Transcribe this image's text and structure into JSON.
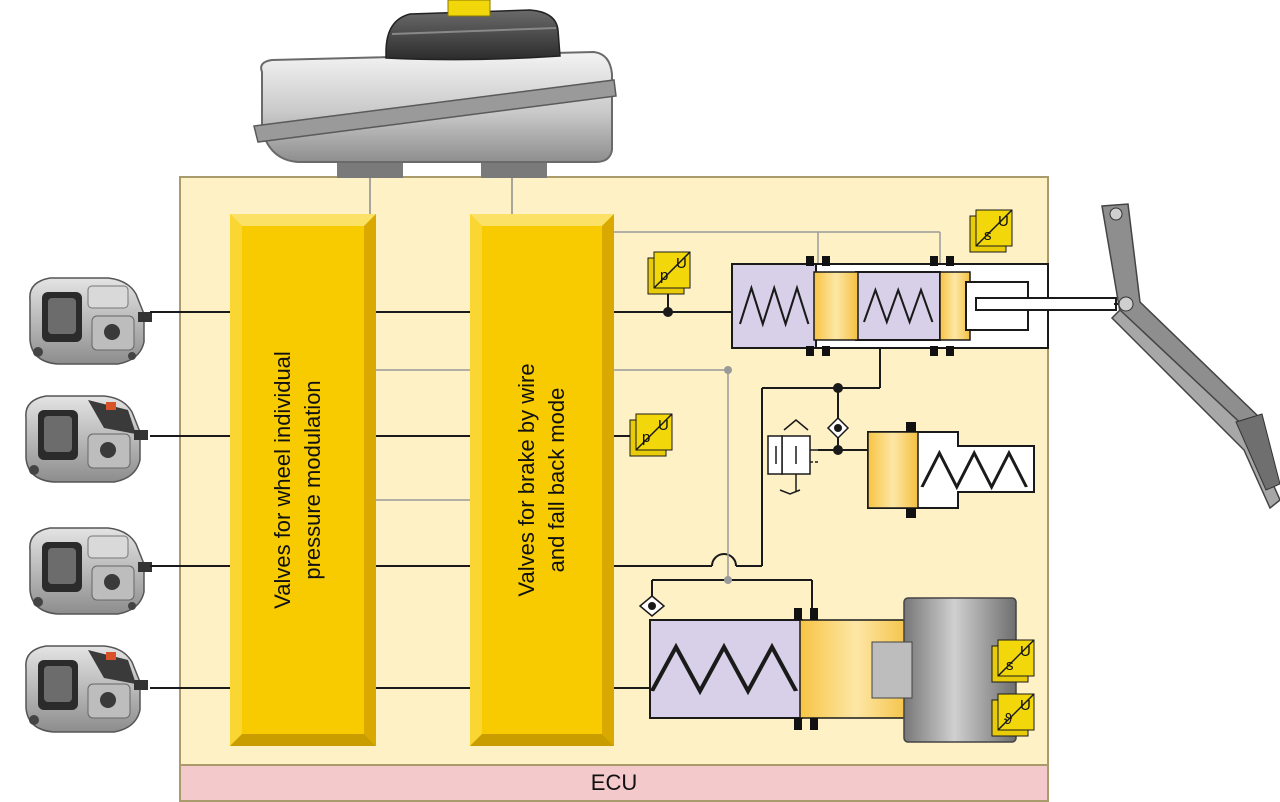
{
  "title": "",
  "ecu_label": "ECU",
  "valve_blocks": {
    "wheel_modulation": {
      "line1": "Valves for wheel individual",
      "line2": "pressure modulation"
    },
    "brake_by_wire": {
      "line1": "Valves for brake by wire",
      "line2": "and fall back mode"
    }
  },
  "sensors": {
    "pressure_upper": {
      "left": "p",
      "right": "U"
    },
    "pressure_middle": {
      "left": "p",
      "right": "U"
    },
    "pedal_travel": {
      "left": "s",
      "right": "U"
    },
    "motor_travel": {
      "left": "s",
      "right": "U"
    },
    "motor_angle": {
      "left": "ϑ",
      "right": "U"
    }
  },
  "wheel_brakes": [
    "caliper",
    "caliper",
    "caliper",
    "caliper"
  ],
  "colors": {
    "unit_background": "#fdf1c5",
    "valve_block": "#f7cb00",
    "ecu_bar": "#f3c9cc",
    "piston_chamber": "#d7d0e8",
    "piston": "#f9d87a",
    "sensor": "#f2d70a",
    "line": "#1a1a1a"
  }
}
